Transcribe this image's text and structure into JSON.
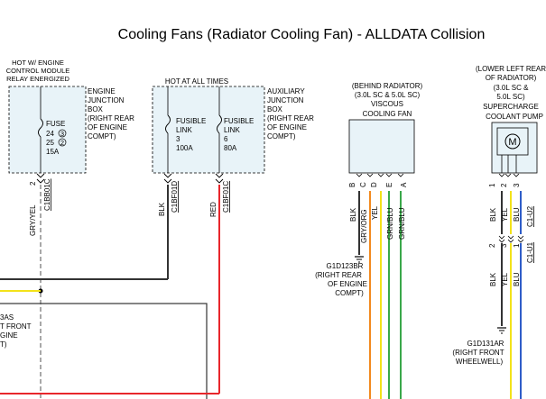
{
  "title": "Cooling Fans (Radiator Cooling Fan) - ALLDATA Collision",
  "colors": {
    "black": "#333333",
    "red": "#e8262b",
    "yellow": "#f3e21a",
    "green": "#3aa84a",
    "blue": "#2f5dc8",
    "orange": "#f28a1e",
    "gray": "#a8a8a8",
    "box_fill": "#e8f3f8"
  },
  "relay": {
    "lines": [
      "HOT W/ ENGINE",
      "CONTROL MODULE",
      "RELAY ENERGIZED"
    ]
  },
  "hot_all_times": "HOT AT ALL TIMES",
  "engine_junction_box": {
    "lines": [
      "ENGINE",
      "JUNCTION",
      "BOX",
      "(RIGHT REAR",
      "OF ENGINE",
      "COMPT)"
    ],
    "fuse": {
      "name": "FUSE",
      "numbers": [
        "24",
        "25"
      ],
      "circled": [
        "3",
        "2"
      ],
      "rating": "15A"
    },
    "pin": "2",
    "connector": "C1BB01C",
    "wire_color": "GRY/YEL"
  },
  "auxiliary_junction_box": {
    "lines": [
      "AUXILIARY",
      "JUNCTION",
      "BOX",
      "(RIGHT REAR",
      "OF ENGINE",
      "COMPT)"
    ],
    "fusible_link_1": {
      "lines": [
        "FUSIBLE",
        "LINK",
        "3",
        "100A"
      ],
      "connector": "C1BF01D",
      "wire_color": "BLK"
    },
    "fusible_link_2": {
      "lines": [
        "FUSIBLE",
        "LINK",
        "6",
        "80A"
      ],
      "connector": "C1BF01C",
      "wire_color": "RED"
    }
  },
  "viscous_fan": {
    "lines": [
      "(BEHIND RADIATOR)",
      "(3.0L SC & 5.0L SC)",
      "VISCOUS",
      "COOLING FAN"
    ],
    "pins": [
      "B",
      "C",
      "D",
      "E",
      "A"
    ],
    "wires": [
      "BLK",
      "GRY/ORG",
      "YEL",
      "GRN/BLU",
      "GRN/BLU"
    ],
    "ground": {
      "name": "G1D123BR",
      "lines": [
        "(RIGHT REAR",
        "OF ENGINE",
        "COMPT)"
      ]
    }
  },
  "supercharge_pump": {
    "lines": [
      "(LOWER LEFT REAR",
      "OF RADIATOR)",
      "(3.0L SC &",
      "5.0L SC)",
      "SUPERCHARGE",
      "COOLANT PUMP"
    ],
    "motor_symbol": "M",
    "pins_top": [
      "1",
      "2",
      "3"
    ],
    "connector_top": "C1-U2",
    "wires_top": [
      "BLK",
      "YEL",
      "BLU"
    ],
    "pins_mid": [
      "2",
      "3",
      "1"
    ],
    "connector_mid": "C1-U1",
    "wires_bottom": [
      "BLK",
      "YEL",
      "BLU"
    ],
    "ground": {
      "name": "G1D131AR",
      "lines": [
        "(RIGHT FRONT",
        "WHEELWELL)"
      ]
    }
  },
  "left_box_fragment": {
    "lines": [
      "3AS",
      "T FRONT",
      "GINE",
      "T)"
    ]
  }
}
